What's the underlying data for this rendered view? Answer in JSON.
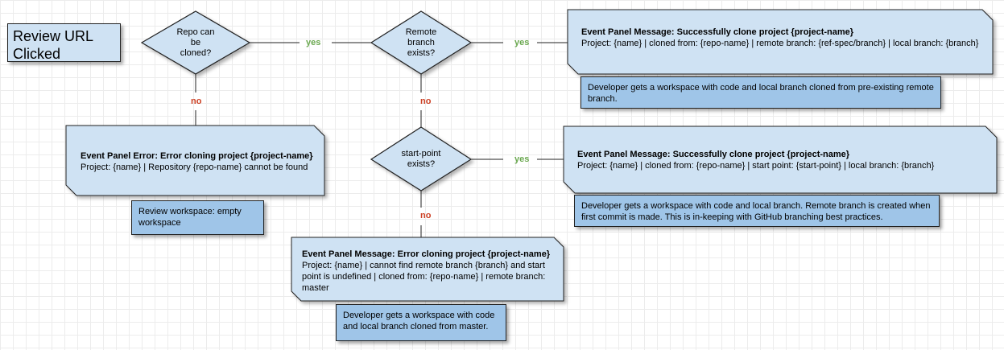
{
  "start": {
    "line1": "Review URL",
    "line2": "Clicked"
  },
  "decisions": {
    "repo_cloned": {
      "lines": [
        "Repo can",
        "be",
        "cloned?"
      ]
    },
    "remote_branch": {
      "lines": [
        "Remote",
        "branch",
        "exists?"
      ]
    },
    "start_point": {
      "lines": [
        "start-point",
        "exists?"
      ]
    }
  },
  "edge_labels": {
    "yes": "yes",
    "no": "no"
  },
  "messages": {
    "clone_remote": {
      "title": "Event Panel Message: Successfully clone project {project-name}",
      "body": "Project: {name}  |  cloned from: {repo-name}  |  remote branch:  {ref-spec/branch}  |  local branch: {branch}"
    },
    "clone_startpoint": {
      "title": "Event Panel Message: Successfully clone project {project-name}",
      "body": "Project: {name}  |  cloned from: {repo-name}  |  start point:  {start-point}  |  local branch: {branch}"
    },
    "error_repo": {
      "title": "Event Panel Error: Error cloning project {project-name}",
      "body": "Project: {name} |  Repository {repo-name} cannot be found"
    },
    "error_branch": {
      "title": "Event Panel Message: Error cloning project {project-name}",
      "body": "Project: {name} | cannot find remote branch {branch} and start point is undefined  |  cloned from: {repo-name}  |  remote branch: master"
    }
  },
  "notes": {
    "remote_note": "Developer gets a workspace with code and local branch cloned from pre-existing remote branch.",
    "startpoint_note": "Developer gets a workspace with code and local branch. Remote branch is created when first commit is made.  This is in-keeping with GitHub branching best practices.",
    "empty_note": "Review workspace: empty workspace",
    "master_note": "Developer gets a workspace with code and local branch cloned from master."
  },
  "colors": {
    "shape_fill": "#cfe2f3",
    "note_fill": "#9fc5e8",
    "yes": "#6aa84f",
    "no": "#cc4125"
  }
}
